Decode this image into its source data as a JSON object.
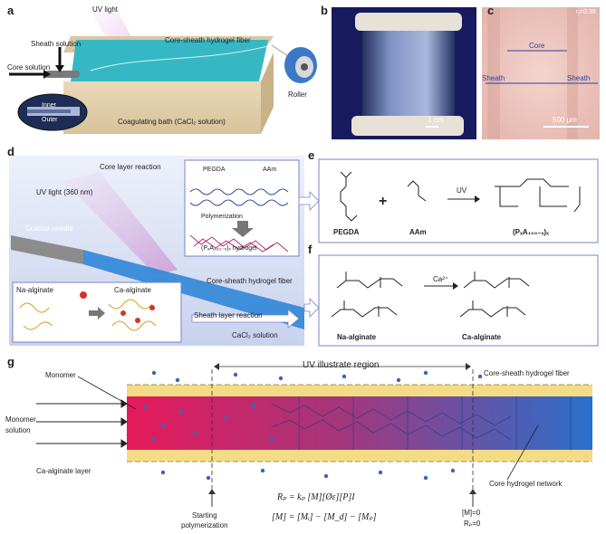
{
  "panels": {
    "a": {
      "letter": "a",
      "uv_light": "UV light",
      "sheath_solution": "Sheath solution",
      "core_solution": "Core solution",
      "fiber": "Core-sheath hydrogel fiber",
      "roller": "Roller",
      "bath": "Coagulating bath (CaCl₂ solution)",
      "inner": "Inner",
      "outer": "Outer"
    },
    "b": {
      "letter": "b",
      "scale": "1 cm"
    },
    "c": {
      "letter": "c",
      "ratio": "rᵣ=0.38",
      "core": "Core",
      "sheath_left": "Sheath",
      "sheath_right": "Sheath",
      "scale": "500 μm"
    },
    "d": {
      "letter": "d",
      "core_reaction": "Core layer reaction",
      "uv_light": "UV light (360 nm)",
      "legend_pegda": "PEGDA",
      "legend_aam": "AAm",
      "polymerization": "Polymerization",
      "hydrogel": "(PₓA₁₀₀₋ₓ)ₓ hydrogel",
      "needle": "Coaxial needle",
      "fiber": "Core-sheath hydrogel fiber",
      "na_alginate": "Na-alginate",
      "ca_alginate": "Ca-alginate",
      "sheath_reaction": "Sheath layer reaction",
      "cacl2": "CaCl₂ solution"
    },
    "e": {
      "letter": "e",
      "pegda": "PEGDA",
      "aam": "AAm",
      "uv": "UV",
      "product": "(PₓA₁₀₀₋ₓ)ₓ",
      "plus": "+"
    },
    "f": {
      "letter": "f",
      "na_alginate": "Na-alginate",
      "ca_alginate": "Ca-alginate",
      "ca_ion": "Ca²⁺"
    },
    "g": {
      "letter": "g",
      "uv_region": "UV illustrate region",
      "monomer": "Monomer",
      "monomer_solution": "Monomer\nsolution",
      "ca_layer": "Ca-alginate layer",
      "fiber": "Core-sheath hydrogel fiber",
      "network": "Core hydrogel network",
      "starting": "Starting\npolymerization",
      "m_zero": "[M]=0",
      "rp_zero": "Rₚ=0",
      "eq1": "Rₚ = kₚ [M][Øε][P]I",
      "eq2": "[M] = [Mᵢ] − [M_d] − [Mₚ]"
    }
  },
  "colors": {
    "bath_water": "#35b8c4",
    "fiber_blue": "#2f86d8",
    "sheath_yellow": "#f4dc86",
    "core_pink": "#e6195a",
    "dot_blue": "#3a64b8",
    "panel_border": "#7a82c8"
  }
}
